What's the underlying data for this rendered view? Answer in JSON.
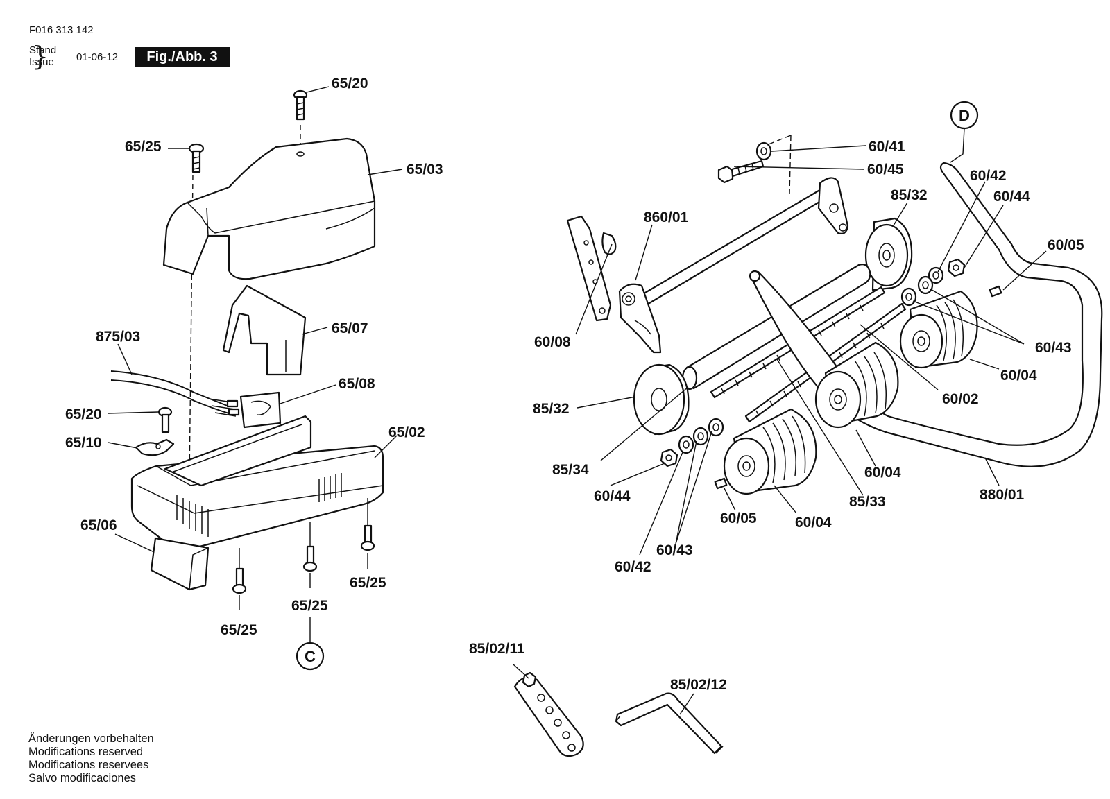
{
  "header": {
    "doc_number": "F016 313 142",
    "stand_label": "Stand",
    "issue_label": "Issue",
    "issue_date": "01-06-12",
    "figure_label": "Fig./Abb. 3"
  },
  "callouts": {
    "c1": "65/20",
    "c2": "65/25",
    "c3": "65/03",
    "c4": "65/07",
    "c5": "875/03",
    "c6": "65/08",
    "c7": "65/20",
    "c8": "65/10",
    "c9": "65/02",
    "c10": "65/06",
    "c11": "65/25",
    "c12": "65/25",
    "c13": "65/25",
    "c14": "60/41",
    "c15": "60/45",
    "c16": "860/01",
    "c17": "85/32",
    "c18": "60/42",
    "c19": "60/44",
    "c20": "60/05",
    "c21": "60/08",
    "c22": "60/43",
    "c23": "60/04",
    "c24": "85/32",
    "c25": "60/02",
    "c26": "85/34",
    "c27": "60/04",
    "c28": "880/01",
    "c29": "60/44",
    "c30": "85/33",
    "c31": "60/05",
    "c32": "60/04",
    "c33": "60/43",
    "c34": "60/42",
    "c35": "85/02/11",
    "c36": "85/02/12"
  },
  "connectors": {
    "c": "C",
    "d": "D"
  },
  "notes": [
    "Änderungen vorbehalten",
    "Modifications reserved",
    "Modifications reservees",
    "Salvo modificaciones"
  ]
}
